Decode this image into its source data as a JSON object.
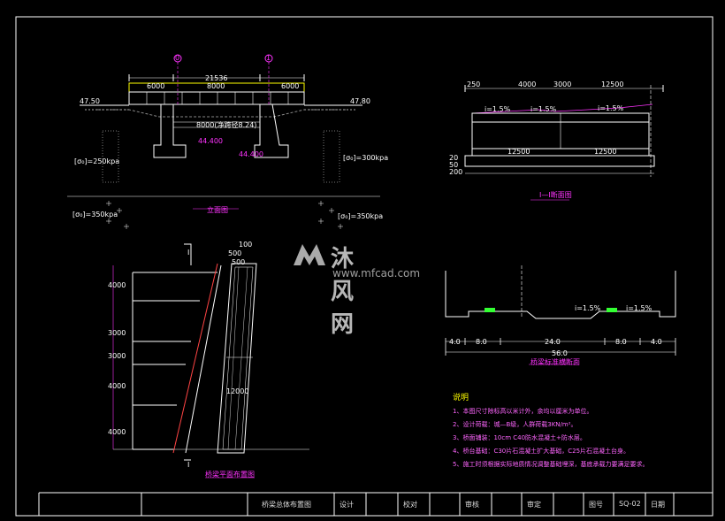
{
  "elevation": {
    "title": "立面图",
    "total_span": "21536",
    "span_left": "6000",
    "span_mid": "8000",
    "span_right": "6000",
    "under_span": "8000(净跨径8.24)",
    "elev_left": "47.50",
    "elev_right": "47.80",
    "marker_left": "0",
    "marker_right": "1",
    "height_left": "44.400",
    "height_right": "44.400",
    "bearing_left": "[σ₀]=250kpa",
    "bearing_right": "[σ₀]=300kpa",
    "bearing_bottom_left": "[σ₀]=350kpa",
    "bearing_bottom_right": "[σ₀]=350kpa"
  },
  "cross_section": {
    "title": "I—I断面图",
    "dims_top": [
      "250",
      "4000",
      "3000",
      "12500"
    ],
    "slope_left": "i=1.5%",
    "slope_mid": "i=1.5%",
    "slope_right": "i=1.5%",
    "width_bottom": [
      "12500",
      "12500"
    ],
    "heights": [
      "20",
      "50",
      "200"
    ]
  },
  "half_plan": {
    "title": "桥梁平面布置图",
    "top_dims": [
      "100",
      "500",
      "500"
    ],
    "left_dims": [
      "4000",
      "3000",
      "3000",
      "4000",
      "4000"
    ],
    "mid_dim": "12000",
    "label_1": "I",
    "label_2": "I"
  },
  "road_section": {
    "title": "桥梁标准横断面",
    "slope_left": "i=1.5%",
    "slope_right": "i=1.5%",
    "dims": [
      "4.0",
      "8.0",
      "24.0",
      "8.0",
      "4.0"
    ],
    "total": "56.0"
  },
  "notes": {
    "title": "说明",
    "items": [
      "1、本图尺寸除标高以米计外，余均以厘米为单位。",
      "2、设计荷载：城—B级，人群荷载3KN/m²。",
      "3、桥面铺装：10cm C40防水混凝土+防水层。",
      "4、桥台基础：C30片石混凝土扩大基础，C25片石混凝土台身。",
      "5、施工时须根据实际地质情况调整基础埋深，基底承载力要满足要求。"
    ]
  },
  "title_block": {
    "drawing_name": "桥梁总体布置图",
    "design": "设计",
    "check": "校对",
    "review": "审核",
    "approve": "审定",
    "drawing_no_label": "图号",
    "drawing_no": "SQ-02",
    "date_label": "日期"
  },
  "watermark": {
    "text": "沐风网",
    "url": "www.mfcad.com"
  }
}
